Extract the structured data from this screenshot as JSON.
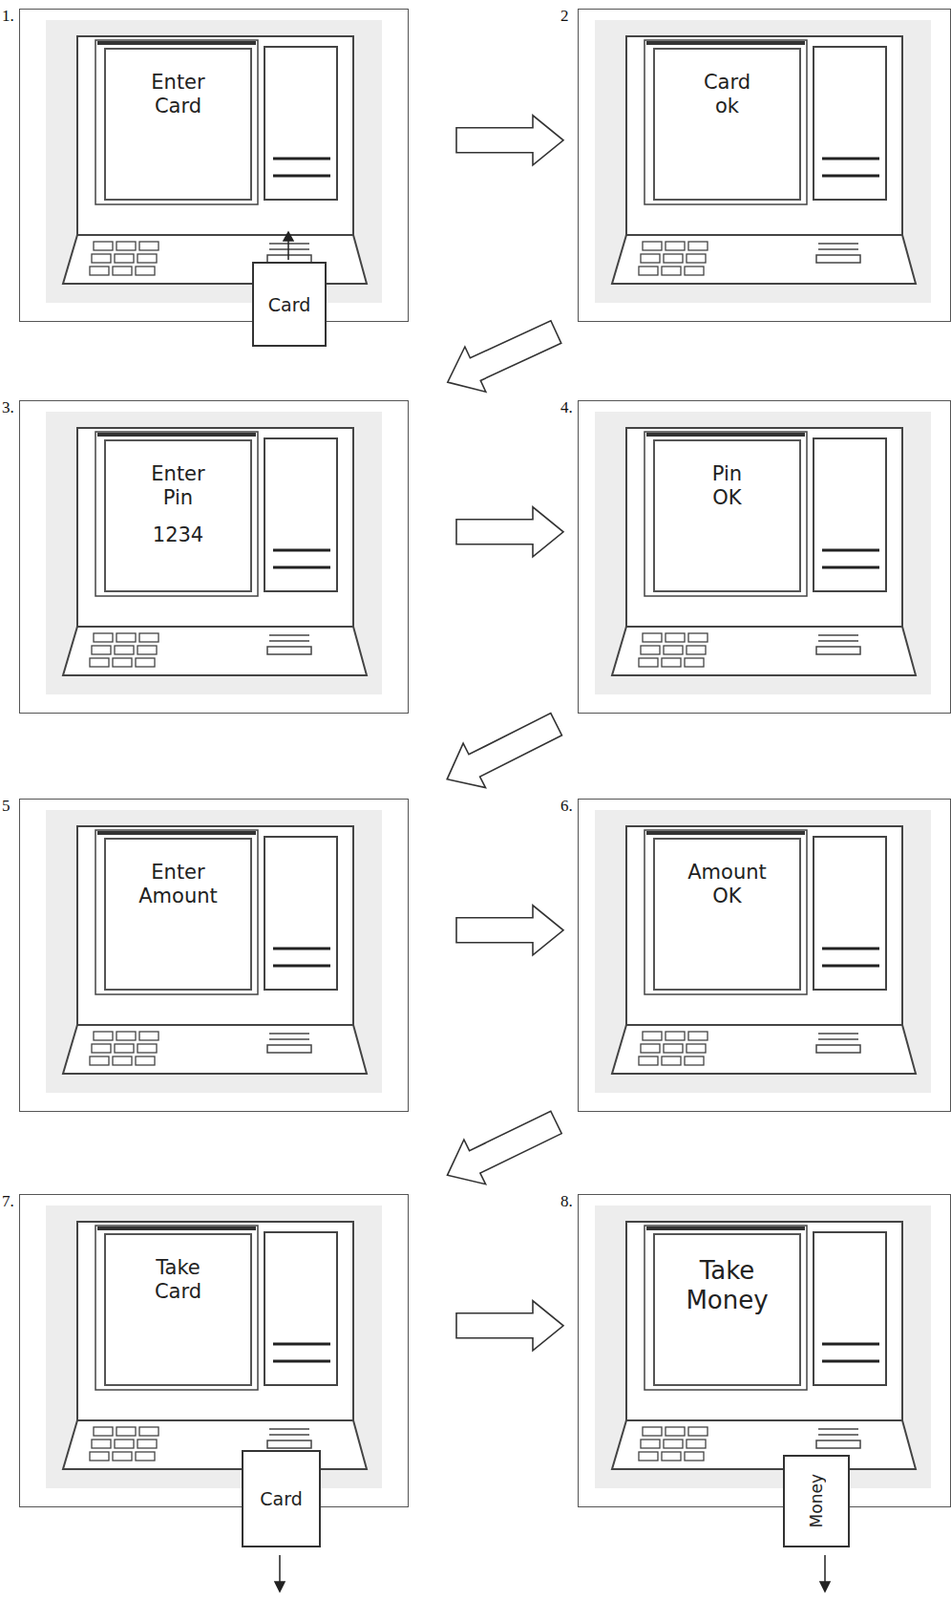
{
  "diagram": {
    "nodes": [
      {
        "text": [
          "1."
        ]
      },
      {
        "text": [
          "Enter Card"
        ],
        "in": 0
      },
      {
        "text": [
          "Card"
        ],
        "in": 0
      },
      {
        "text": [
          "2"
        ]
      },
      {
        "text": [
          "Card ok"
        ],
        "in": 3
      },
      {
        "text": [
          "3."
        ]
      },
      {
        "text": [
          "Enter Pin",
          "1234"
        ],
        "in": 5
      },
      {
        "text": [
          "4."
        ]
      },
      {
        "text": [
          "Pin OK"
        ],
        "in": 7
      },
      {
        "text": [
          "5"
        ]
      },
      {
        "text": [
          "Enter Amount"
        ],
        "in": 9
      },
      {
        "text": [
          "6."
        ]
      },
      {
        "text": [
          "Amount OK"
        ],
        "in": 11
      },
      {
        "text": [
          "7."
        ]
      },
      {
        "text": [
          "Take Card"
        ],
        "in": 13
      },
      {
        "text": [
          "Card"
        ],
        "in": 13
      },
      {
        "text": [
          "8."
        ]
      },
      {
        "text": [
          "Take Money"
        ],
        "in": 16
      },
      {
        "text": [
          "Money"
        ],
        "in": 16
      }
    ],
    "edges": [
      {
        "from": 0,
        "to": 3,
        "arrow": "to"
      },
      {
        "from": 3,
        "to": 5,
        "arrow": "to"
      },
      {
        "from": 5,
        "to": 7,
        "arrow": "to"
      },
      {
        "from": 7,
        "to": 9,
        "arrow": "to"
      },
      {
        "from": 9,
        "to": 11,
        "arrow": "to"
      },
      {
        "from": 11,
        "to": 13,
        "arrow": "to"
      },
      {
        "from": 13,
        "to": 16,
        "arrow": "to"
      }
    ]
  }
}
